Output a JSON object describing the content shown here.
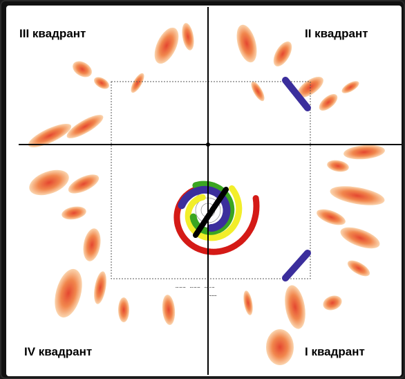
{
  "quadrants": {
    "q1": "I квадрант",
    "q2": "II квадрант",
    "q3": "III квадрант",
    "q4": "IV квадрант"
  },
  "inscription": {
    "main": "……… ……… ………",
    "sub": "………"
  },
  "colors": {
    "arm_red": "#d41a16",
    "arm_yellow": "#f2ee2a",
    "arm_green": "#3aa521",
    "arm_blue": "#3b2e9c",
    "bar": "#000000",
    "gas_dark": "#e23a1a",
    "gas_light": "#f6a564"
  }
}
